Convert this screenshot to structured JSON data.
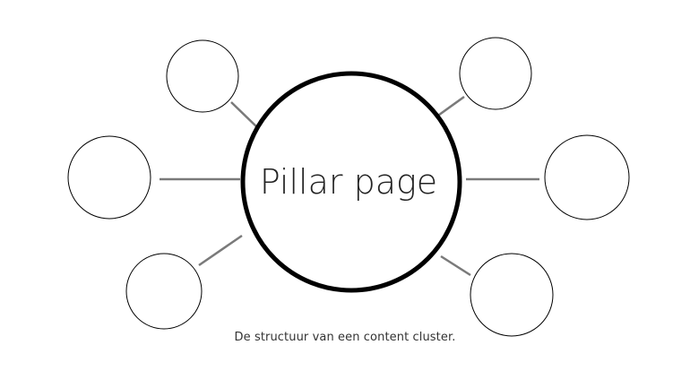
{
  "pillar": {
    "label": "Pillar page"
  },
  "clusters": [
    {
      "id": "top-left"
    },
    {
      "id": "middle-left"
    },
    {
      "id": "bottom-left"
    },
    {
      "id": "top-right"
    },
    {
      "id": "middle-right"
    },
    {
      "id": "bottom-right"
    }
  ],
  "caption": "De structuur van een content cluster.",
  "colors": {
    "stroke": "#000000",
    "connector": "#7a7a7a",
    "background": "#ffffff"
  }
}
